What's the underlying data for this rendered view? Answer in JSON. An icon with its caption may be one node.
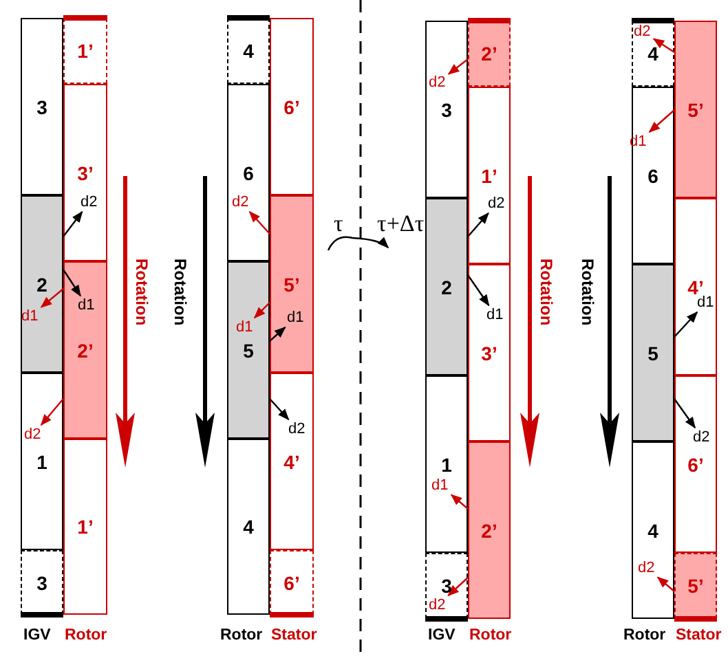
{
  "diagram": {
    "nodes": [
      {
        "text": [
          "3"
        ]
      },
      {
        "text": [
          "2"
        ]
      },
      {
        "text": [
          "1"
        ]
      },
      {
        "text": [
          "3"
        ]
      },
      {
        "text": [
          "1’"
        ]
      },
      {
        "text": [
          "3’"
        ]
      },
      {
        "text": [
          "2’"
        ]
      },
      {
        "text": [
          "1’"
        ]
      },
      {
        "text": [
          "4"
        ]
      },
      {
        "text": [
          "6"
        ]
      },
      {
        "text": [
          "5"
        ]
      },
      {
        "text": [
          "4"
        ]
      },
      {
        "text": [
          "6’"
        ]
      },
      {
        "text": [
          "5’"
        ]
      },
      {
        "text": [
          "4’"
        ]
      },
      {
        "text": [
          "6’"
        ]
      },
      {
        "text": [
          "τ"
        ]
      },
      {
        "text": [
          "τ+Δτ"
        ]
      },
      {
        "text": [
          "3"
        ]
      },
      {
        "text": [
          "2"
        ]
      },
      {
        "text": [
          "1"
        ]
      },
      {
        "text": [
          "3"
        ]
      },
      {
        "text": [
          "2’"
        ]
      },
      {
        "text": [
          "1’"
        ]
      },
      {
        "text": [
          "3’"
        ]
      },
      {
        "text": [
          "2’"
        ]
      },
      {
        "text": [
          "4"
        ]
      },
      {
        "text": [
          "6"
        ]
      },
      {
        "text": [
          "5"
        ]
      },
      {
        "text": [
          "4"
        ]
      },
      {
        "text": [
          "5’"
        ]
      },
      {
        "text": [
          "4’"
        ]
      },
      {
        "text": [
          "6’"
        ]
      },
      {
        "text": [
          "5’"
        ]
      },
      {
        "text": [
          "d2"
        ],
        "in": 5
      },
      {
        "text": [
          "d1"
        ],
        "in": 6
      },
      {
        "text": [
          "d1"
        ],
        "in": 1
      },
      {
        "text": [
          "d2"
        ],
        "in": 2
      },
      {
        "text": [
          "d2"
        ],
        "in": 9
      },
      {
        "text": [
          "d1"
        ],
        "in": 10
      },
      {
        "text": [
          "d1"
        ],
        "in": 13
      },
      {
        "text": [
          "d2"
        ],
        "in": 14
      },
      {
        "text": [
          "d2"
        ],
        "in": 18
      },
      {
        "text": [
          "d2"
        ],
        "in": 23
      },
      {
        "text": [
          "d1"
        ],
        "in": 24
      },
      {
        "text": [
          "d1"
        ],
        "in": 20
      },
      {
        "text": [
          "d2"
        ],
        "in": 21
      },
      {
        "text": [
          "d2"
        ],
        "in": 26
      },
      {
        "text": [
          "d1"
        ],
        "in": 27
      },
      {
        "text": [
          "d1"
        ],
        "in": 31
      },
      {
        "text": [
          "d2"
        ],
        "in": 32
      },
      {
        "text": [
          "d2"
        ],
        "in": 29
      }
    ],
    "edges": [
      {
        "from": 1,
        "to": 34,
        "arrow": "to",
        "color": "#000000"
      },
      {
        "from": 1,
        "to": 35,
        "arrow": "to",
        "color": "#000000"
      },
      {
        "from": 6,
        "to": 36,
        "arrow": "to"
      },
      {
        "from": 6,
        "to": 37,
        "arrow": "to"
      },
      {
        "from": 13,
        "to": 38,
        "arrow": "to"
      },
      {
        "from": 13,
        "to": 39,
        "arrow": "to"
      },
      {
        "from": 10,
        "to": 40,
        "arrow": "to",
        "color": "#000000"
      },
      {
        "from": 10,
        "to": 41,
        "arrow": "to",
        "color": "#000000"
      },
      {
        "from": 22,
        "to": 42,
        "arrow": "to"
      },
      {
        "from": 19,
        "to": 43,
        "arrow": "to",
        "color": "#000000"
      },
      {
        "from": 19,
        "to": 44,
        "arrow": "to",
        "color": "#000000"
      },
      {
        "from": 25,
        "to": 45,
        "arrow": "to"
      },
      {
        "from": 25,
        "to": 46,
        "arrow": "to"
      },
      {
        "from": 30,
        "to": 47,
        "arrow": "to"
      },
      {
        "from": 30,
        "to": 48,
        "arrow": "to"
      },
      {
        "from": 28,
        "to": 49,
        "arrow": "to",
        "color": "#000000"
      },
      {
        "from": 28,
        "to": 50,
        "arrow": "to",
        "color": "#000000"
      },
      {
        "from": 33,
        "to": 51,
        "arrow": "to"
      },
      {
        "from": 16,
        "to": 17,
        "arrow": "to",
        "color": "#000000"
      }
    ],
    "labels": [
      "Rotation",
      "Rotation",
      "Rotation",
      "Rotation",
      "IGV",
      "Rotor",
      "Rotor",
      "Stator",
      "IGV",
      "Rotor",
      "Rotor",
      "Stator"
    ]
  }
}
